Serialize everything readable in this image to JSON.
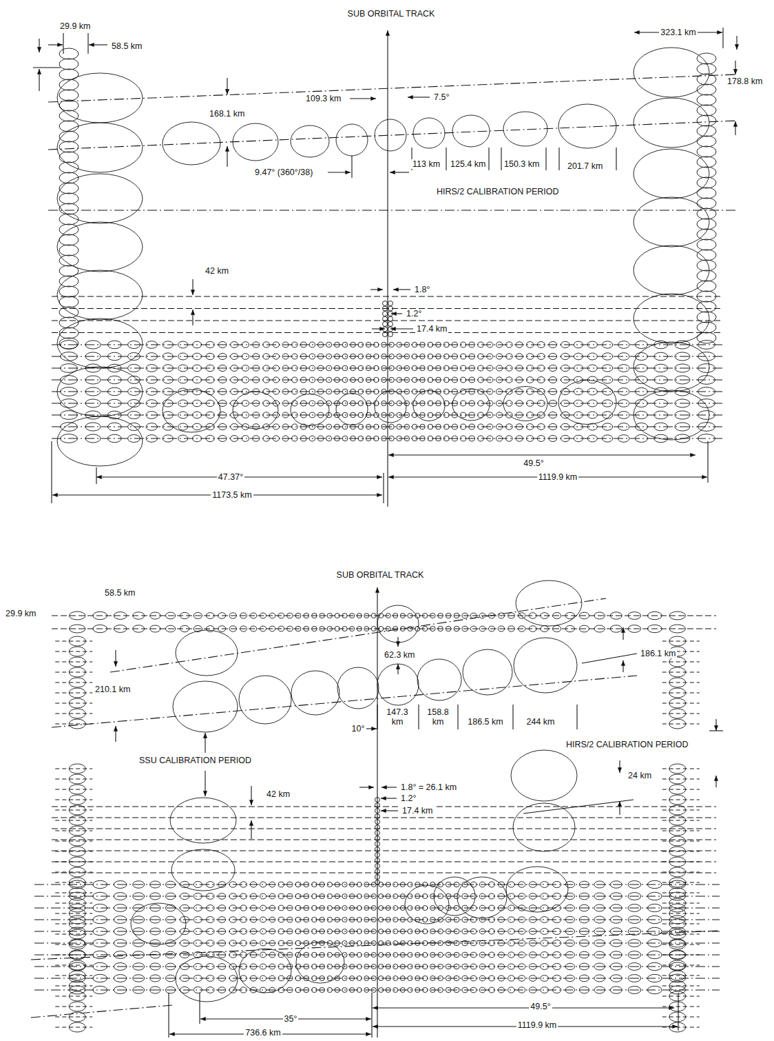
{
  "diagram": {
    "labels": [
      "SUB ORBITAL TRACK",
      "29.9 km",
      "58.5 km",
      "323.1 km",
      "178.8 km",
      "109.3 km",
      "7.5°",
      "168.1 km",
      "9.47° (360°/38)",
      "113 km",
      "125.4 km",
      "150.3 km",
      "201.7 km",
      "HIRS/2 CALIBRATION PERIOD",
      "42 km",
      "1.8°",
      "1.2°",
      "17.4 km",
      "49.5°",
      "47.37°",
      "1119.9 km",
      "1173.5 km",
      "SUB ORBITAL TRACK",
      "58.5 km",
      "29.9 km",
      "62.3 km",
      "186.1 km",
      "210.1 km",
      "147.3 km",
      "158.8 km",
      "186.5 km",
      "244 km",
      "10°",
      "HIRS/2 CALIBRATION PERIOD",
      "SSU CALIBRATION PERIOD",
      "1.8° = 26.1 km",
      "24 km",
      "42 km",
      "1.2°",
      "17.4 km",
      "49.5°",
      "1119.9 km",
      "35°",
      "736.6 km"
    ]
  }
}
